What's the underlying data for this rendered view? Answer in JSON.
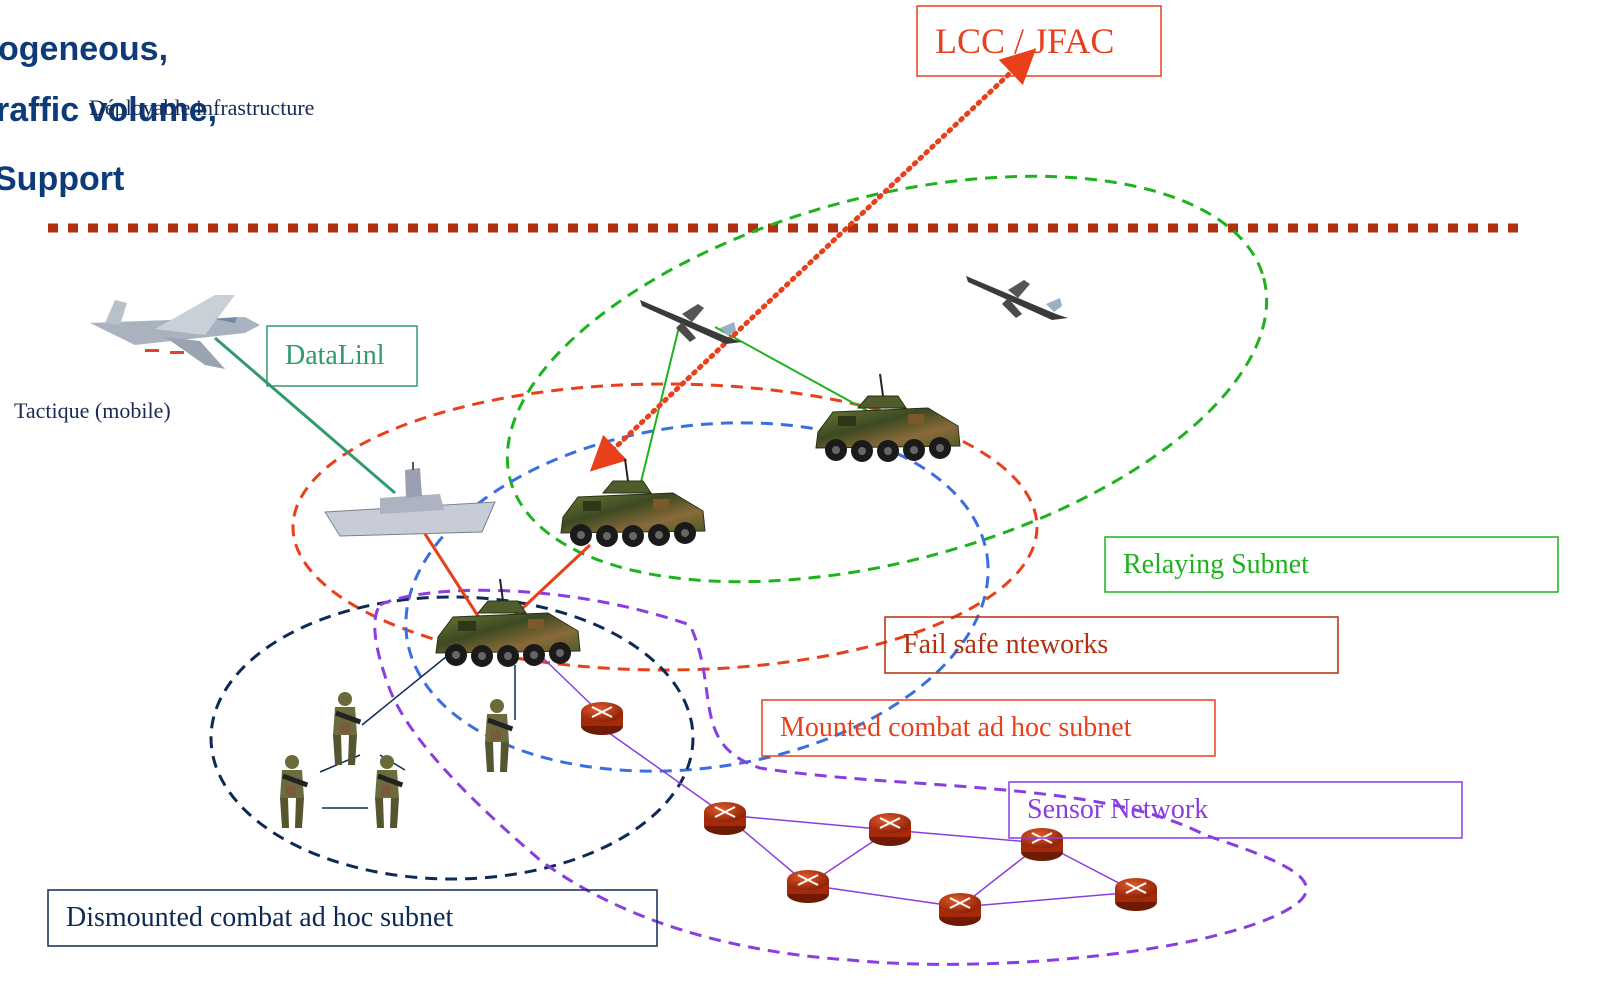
{
  "headings": {
    "line1": "ogeneous,",
    "line2": "raffic volume,",
    "line3": "Support",
    "overlay": "Déployable infrastructure"
  },
  "labels": {
    "lcc": "LCC / JFAC",
    "datalink": "DataLinl",
    "tactique": "Tactique (mobile)",
    "relaying": "Relaying Subnet",
    "failsafe": "Fail safe nteworks",
    "mounted": "Mounted combat  ad hoc subnet",
    "sensor": "Sensor Network",
    "dismounted": "Dismounted combat ad hoc subnet"
  },
  "colors": {
    "heading": "#0d3b7a",
    "separator": "#b0310f",
    "relaying": "#1db31d",
    "failsafe": "#e8401b",
    "mounted_blue": "#3a6fe0",
    "dismounted": "#0d2a55",
    "sensor": "#8a3ee0",
    "router": "#c0330f",
    "datalink": "#2f9a6a",
    "lcc": "#e8401b"
  },
  "icons": [
    "fighter-jet-icon",
    "uav-icon",
    "ship-icon",
    "armored-vehicle-icon",
    "soldier-icon",
    "router-icon"
  ]
}
